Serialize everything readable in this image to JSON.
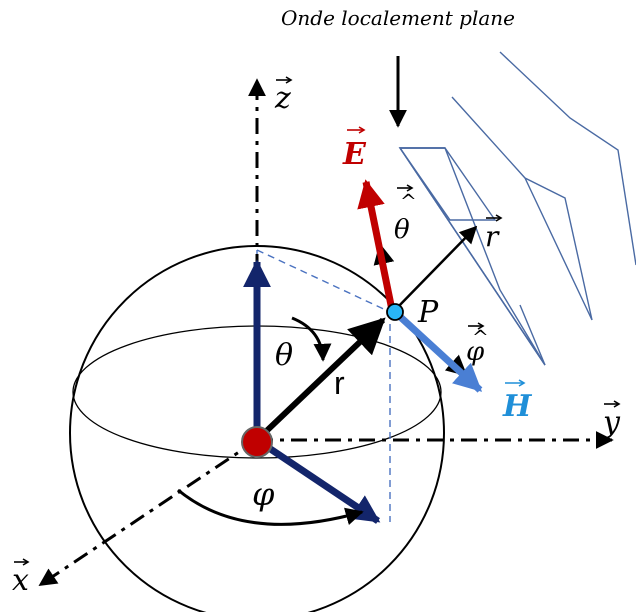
{
  "title": "Onde localement plane",
  "axes": {
    "z_label": "z",
    "y_label": "y",
    "x_label": "x"
  },
  "vectors": {
    "r_radial_label": "r",
    "r_unit_label": "r",
    "theta_unit_label": "θ",
    "phi_unit_label": "φ",
    "E_label": "E",
    "H_label": "H"
  },
  "angles": {
    "theta_label": "θ",
    "phi_label": "φ"
  },
  "point_label": "P",
  "colors": {
    "E": "#c00000",
    "H": "#4a7fd4",
    "H_label": "#1f8fd8",
    "projection": "#13256b",
    "origin": "#c00000",
    "point": "#29b6f6",
    "planes": "#4a6aa3",
    "dashed": "#4a72c0"
  }
}
